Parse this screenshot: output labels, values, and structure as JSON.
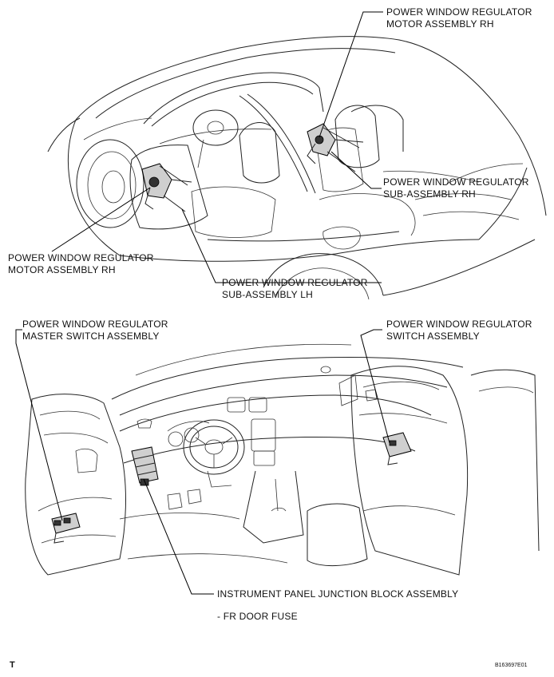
{
  "labels": {
    "top_motor_rh": [
      "POWER WINDOW REGULATOR",
      "MOTOR ASSEMBLY RH"
    ],
    "top_sub_rh": [
      "POWER WINDOW REGULATOR",
      "SUB-ASSEMBLY RH"
    ],
    "left_motor_rh": [
      "POWER WINDOW REGULATOR",
      "MOTOR ASSEMBLY RH"
    ],
    "sub_lh": [
      "POWER WINDOW REGULATOR",
      "SUB-ASSEMBLY LH"
    ],
    "master_switch": [
      "POWER WINDOW REGULATOR",
      "MASTER SWITCH ASSEMBLY"
    ],
    "switch_assy": [
      "POWER WINDOW REGULATOR",
      "SWITCH ASSEMBLY"
    ],
    "junction_block": "INSTRUMENT PANEL JUNCTION BLOCK ASSEMBLY",
    "fuse": "- FR DOOR FUSE"
  },
  "footer": {
    "corner_mark": "T",
    "figure_code": "B163697E01"
  }
}
